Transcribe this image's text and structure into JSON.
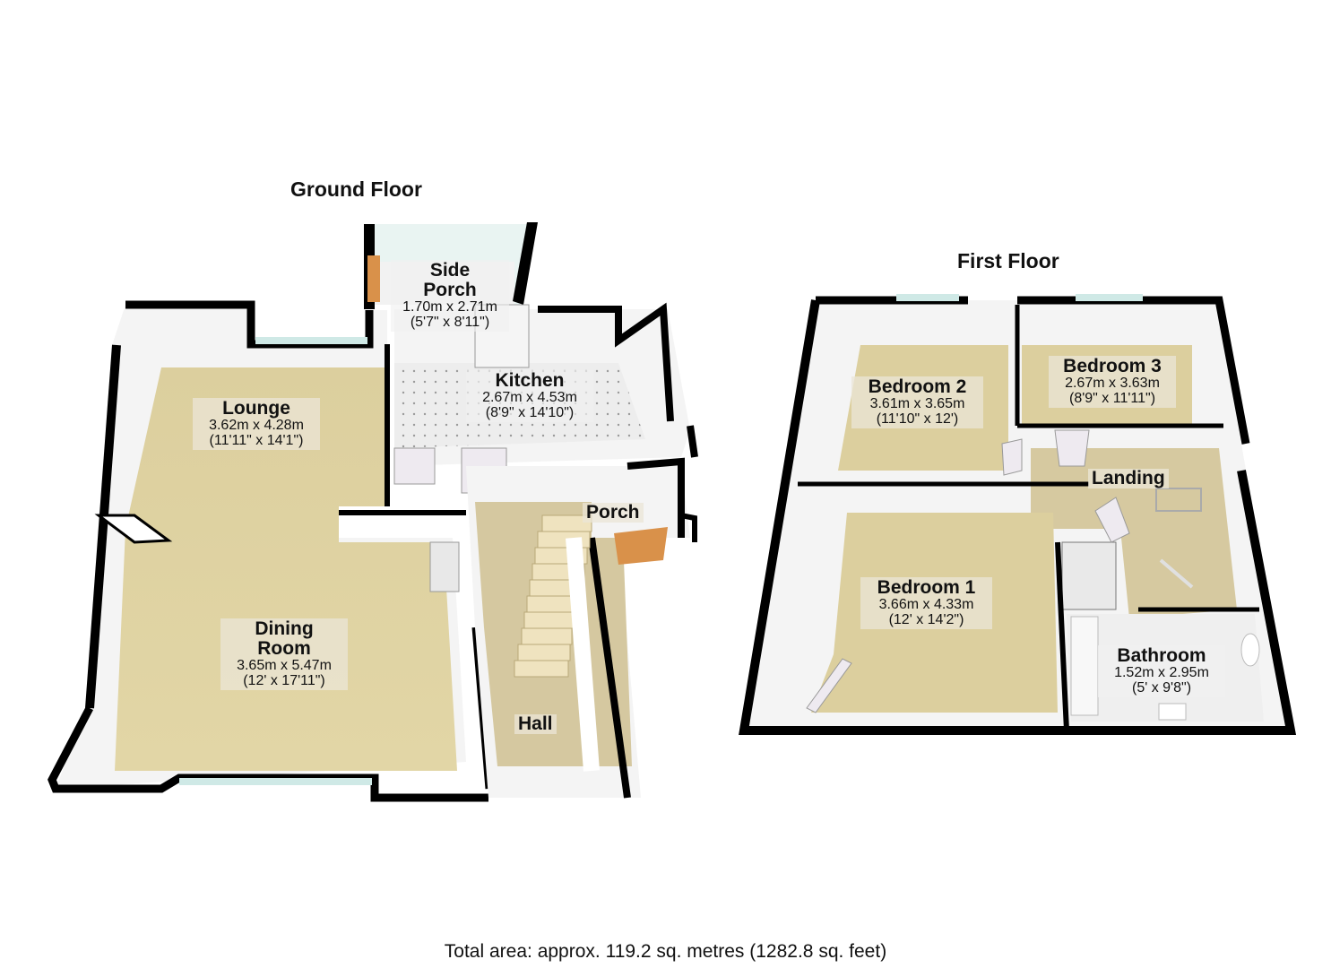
{
  "ground_floor": {
    "title": "Ground Floor",
    "rooms": [
      {
        "name": "Side Porch",
        "name_line1": "Side",
        "name_line2": "Porch",
        "metric": "1.70m x 2.71m",
        "imperial": "(5'7\" x 8'11\")"
      },
      {
        "name": "Kitchen",
        "metric": "2.67m x 4.53m",
        "imperial": "(8'9\" x 14'10\")"
      },
      {
        "name": "Lounge",
        "metric": "3.62m x 4.28m",
        "imperial": "(11'11\" x 14'1\")"
      },
      {
        "name": "Dining Room",
        "name_line1": "Dining",
        "name_line2": "Room",
        "metric": "3.65m x 5.47m",
        "imperial": "(12' x 17'11\")"
      },
      {
        "name": "Porch"
      },
      {
        "name": "Hall"
      }
    ]
  },
  "first_floor": {
    "title": "First Floor",
    "rooms": [
      {
        "name": "Bedroom 2",
        "metric": "3.61m x 3.65m",
        "imperial": "(11'10\" x 12')"
      },
      {
        "name": "Bedroom 3",
        "metric": "2.67m x 3.63m",
        "imperial": "(8'9\" x 11'11\")"
      },
      {
        "name": "Landing"
      },
      {
        "name": "Bedroom 1",
        "metric": "3.66m x 4.33m",
        "imperial": "(12' x 14'2\")"
      },
      {
        "name": "Bathroom",
        "metric": "1.52m x 2.95m",
        "imperial": "(5' x 9'8\")"
      }
    ]
  },
  "footer": {
    "total_area": "Total area: approx. 119.2 sq. metres (1282.8 sq. feet)"
  },
  "colors": {
    "wall": "#000000",
    "wall_face": "#f4f4f4",
    "carpet": "#d9c998",
    "tile": "#ececec",
    "window": "#cfe9e6",
    "door_wood": "#d9914a"
  }
}
